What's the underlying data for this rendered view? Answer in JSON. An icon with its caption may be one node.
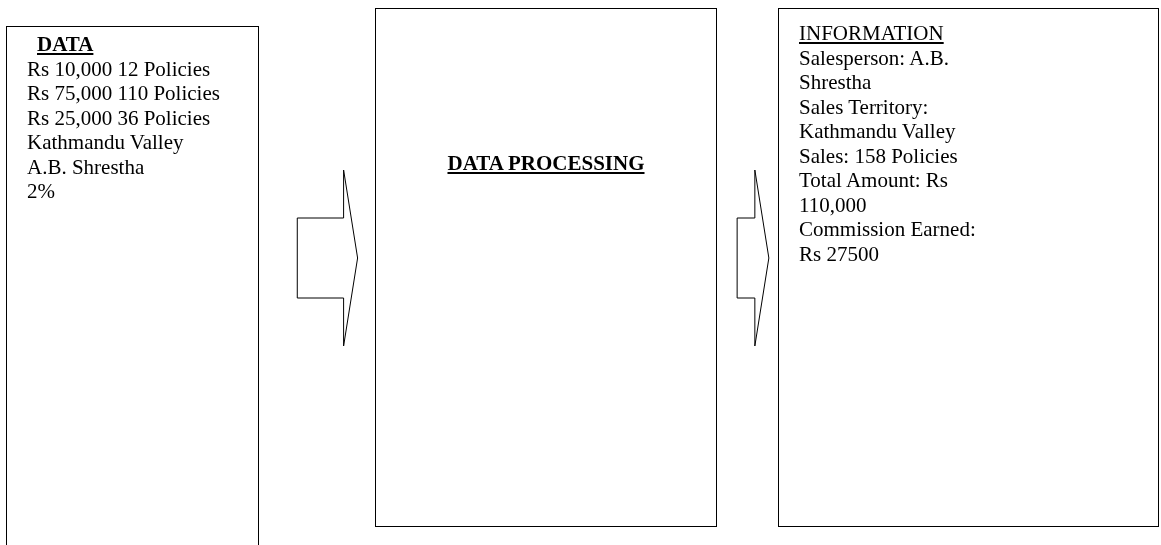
{
  "diagram": {
    "nodes": [
      {
        "text": [
          "DATA",
          "Rs 10,000 12 Policies",
          "Rs 75,000 110 Policies",
          "Rs 25,000 36 Policies",
          "Kathmandu Valley",
          "A.B. Shrestha",
          "2%"
        ]
      },
      {
        "text": [
          "DATA PROCESSING"
        ]
      },
      {
        "text": [
          "INFORMATION",
          "Salesperson: A.B. Shrestha",
          "Sales Territory: Kathmandu Valley",
          "Sales: 158 Policies",
          "Total Amount: Rs 110,000",
          "Commission Earned: Rs 27500"
        ]
      }
    ],
    "edges": [
      {
        "from": 0,
        "to": 1,
        "arrow": "to"
      },
      {
        "from": 1,
        "to": 2,
        "arrow": "to"
      }
    ]
  }
}
